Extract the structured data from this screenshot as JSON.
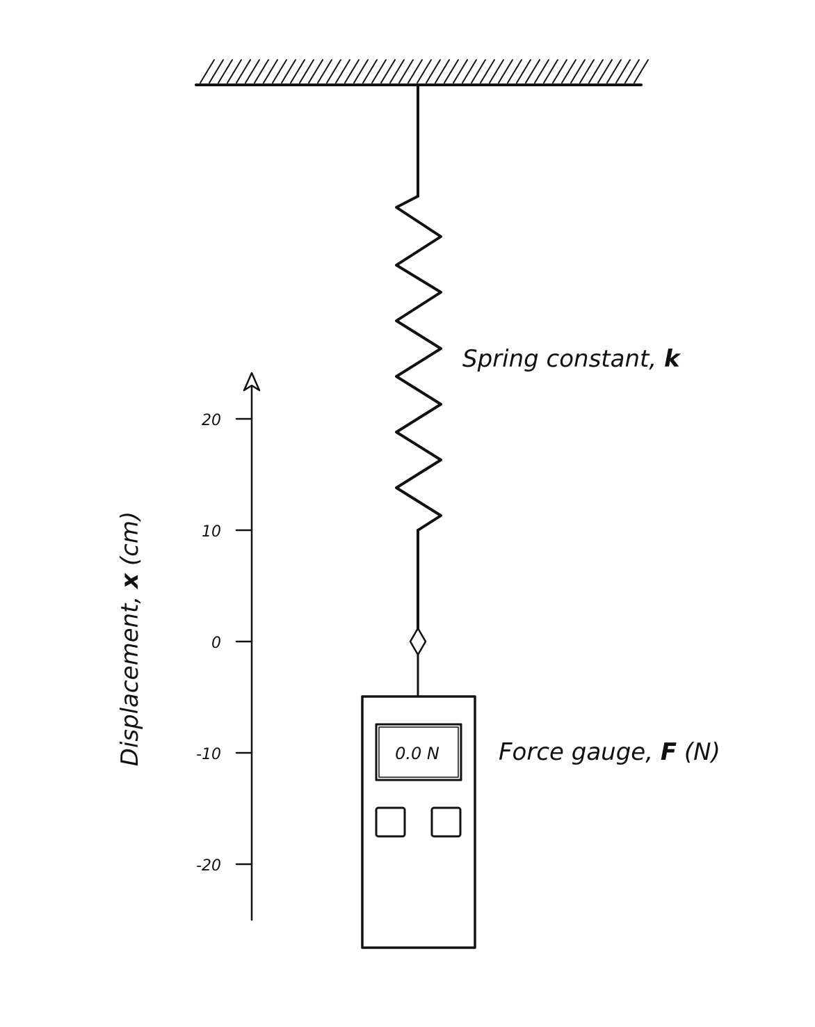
{
  "spring_label": {
    "text": "Spring constant, ",
    "symbol": "k"
  },
  "gauge_label": {
    "text": "Force gauge, ",
    "symbol": "F",
    "unit": " (N)"
  },
  "gauge_display": "0.0 N",
  "axis": {
    "label_text": "Displacement, ",
    "label_symbol": "x",
    "label_unit": " (cm)",
    "ticks": [
      "20",
      "10",
      "0",
      "-10",
      "-20"
    ]
  },
  "colors": {
    "ink": "#111111",
    "background": "#ffffff"
  }
}
